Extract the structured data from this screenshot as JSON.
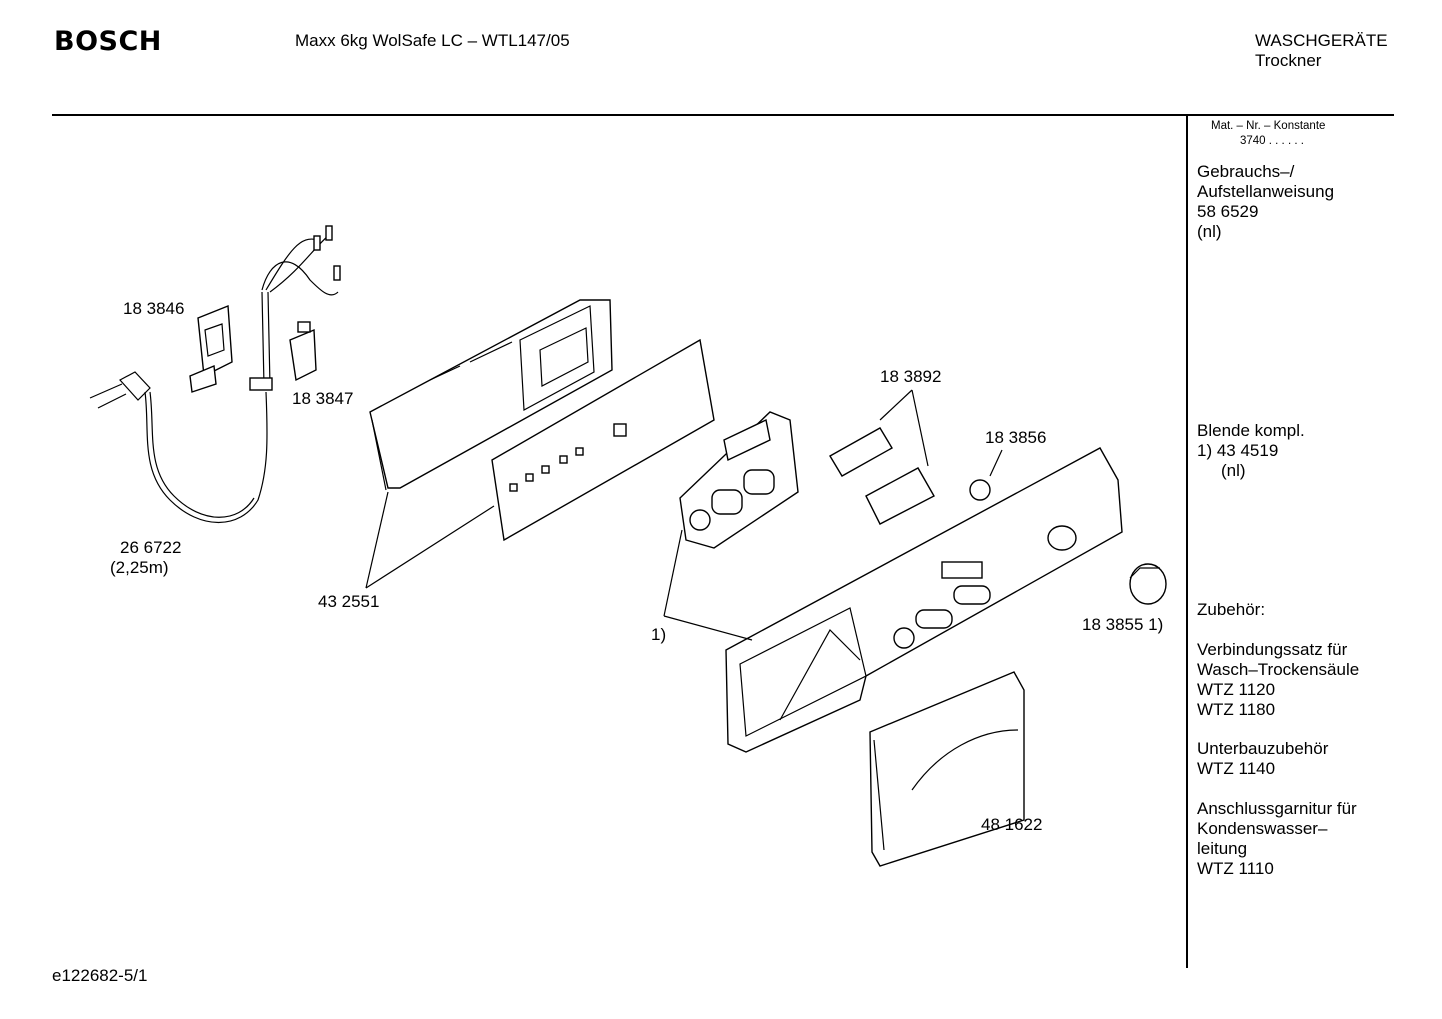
{
  "header": {
    "brand": "BOSCH",
    "model": "Maxx 6kg WolSafe LC – WTL147/05",
    "category_line1": "WASCHGERÄTE",
    "category_line2": "Trockner"
  },
  "sidebar": {
    "mat_nr_label": "Mat. – Nr. – Konstante",
    "mat_nr_value": "3740 .  .  .  .  .  .",
    "manual": [
      "Gebrauchs–/",
      "Aufstellanweisung",
      "58 6529",
      "(nl)"
    ],
    "panel": [
      "Blende kompl.",
      "1) 43 4519",
      "(nl)"
    ],
    "accessories_title": "Zubehör:",
    "acc_group1": [
      "Verbindungssatz für",
      "Wasch–Trockensäule",
      "WTZ 1120",
      "WTZ 1180"
    ],
    "acc_group2": [
      "Unterbauzubehör",
      "WTZ 1140"
    ],
    "acc_group3": [
      "Anschlussgarnitur für",
      "Kondenswasser–",
      "leitung",
      "WTZ 1110"
    ]
  },
  "parts": {
    "p183846": "18 3846",
    "p183847": "18 3847",
    "p266722": "26 6722",
    "p266722_len": "(2,25m)",
    "p432551": "43 2551",
    "p183892": "18 3892",
    "p183856": "18 3856",
    "p1": "1)",
    "p183855": "18 3855 1)",
    "p481622": "48 1622"
  },
  "footer": {
    "code": "e122682-5/1"
  }
}
